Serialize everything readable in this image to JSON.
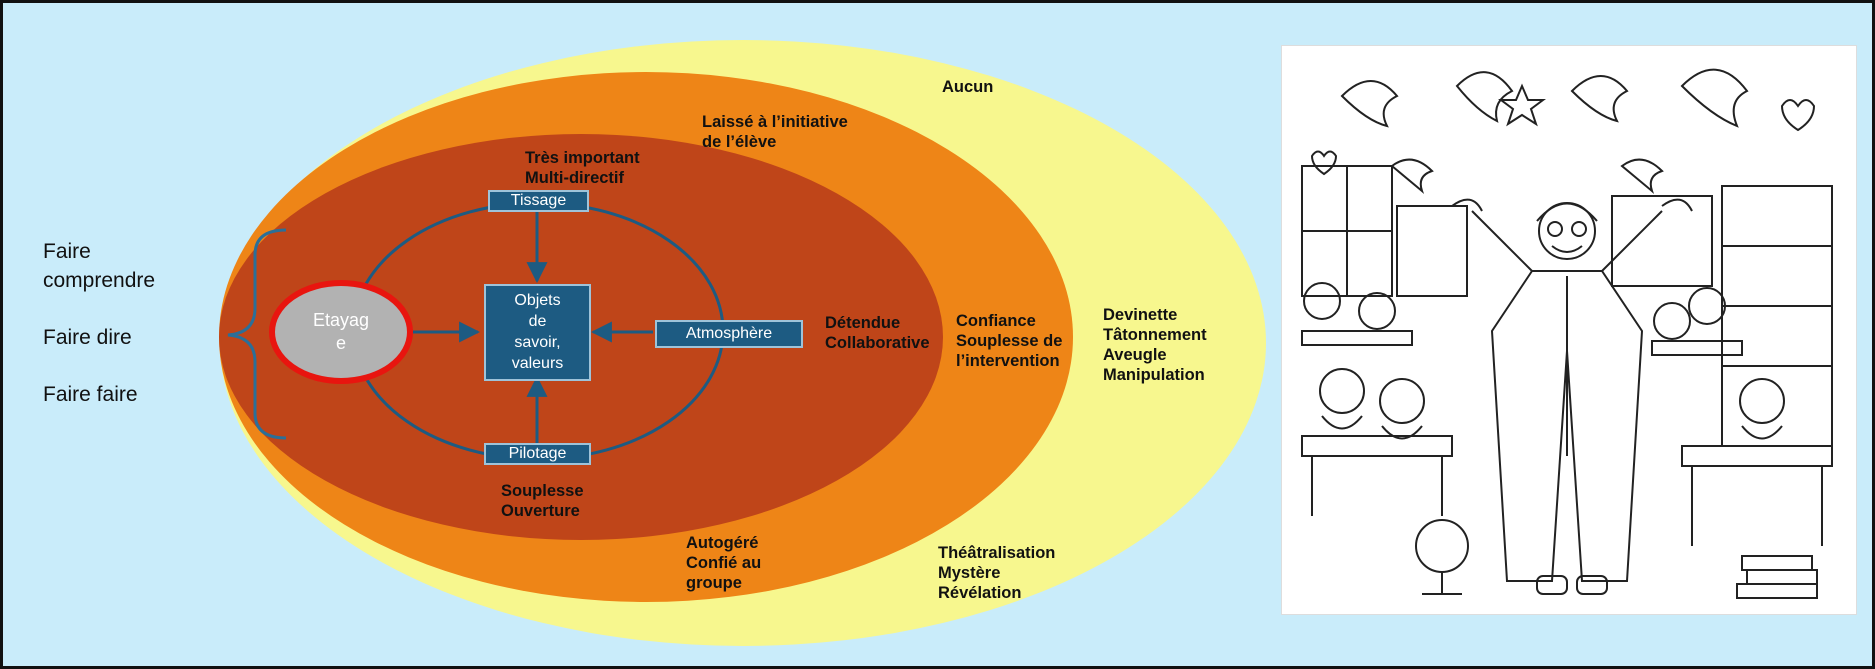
{
  "diagram": {
    "left_list": [
      "Faire\ncomprendre",
      "Faire dire",
      "Faire faire"
    ],
    "center": {
      "core": "Objets\nde\nsavoir,\nvaleurs",
      "tissage": "Tissage",
      "atmosphere": "Atmosphère",
      "pilotage": "Pilotage",
      "etayage": "Etayag\ne"
    },
    "labels": {
      "aucun": "Aucun",
      "laisse": "Laissé à l’initiative\nde l’élève",
      "tres_important": "Très important\nMulti-directif",
      "detendue": "Détendue\nCollaborative",
      "confiance": "Confiance\nSouplesse de\nl’intervention",
      "devinette": "Devinette\nTâtonnement\nAveugle\nManipulation",
      "souplesse": "Souplesse\nOuverture",
      "autogere": "Autogéré\nConfié au\ngroupe",
      "theatralisation": "Théâtralisation\nMystère\nRévélation"
    },
    "colors": {
      "background": "#c9ecfa",
      "outer_ellipse": "#f7f78e",
      "middle_ellipse": "#ee8517",
      "inner_ellipse": "#bf4519",
      "box": "#1d5b82",
      "etayage_fill": "#b2b2b2",
      "etayage_border": "#e8150f"
    }
  },
  "illustration": {
    "icon": "classroom-teacher-illustration"
  }
}
